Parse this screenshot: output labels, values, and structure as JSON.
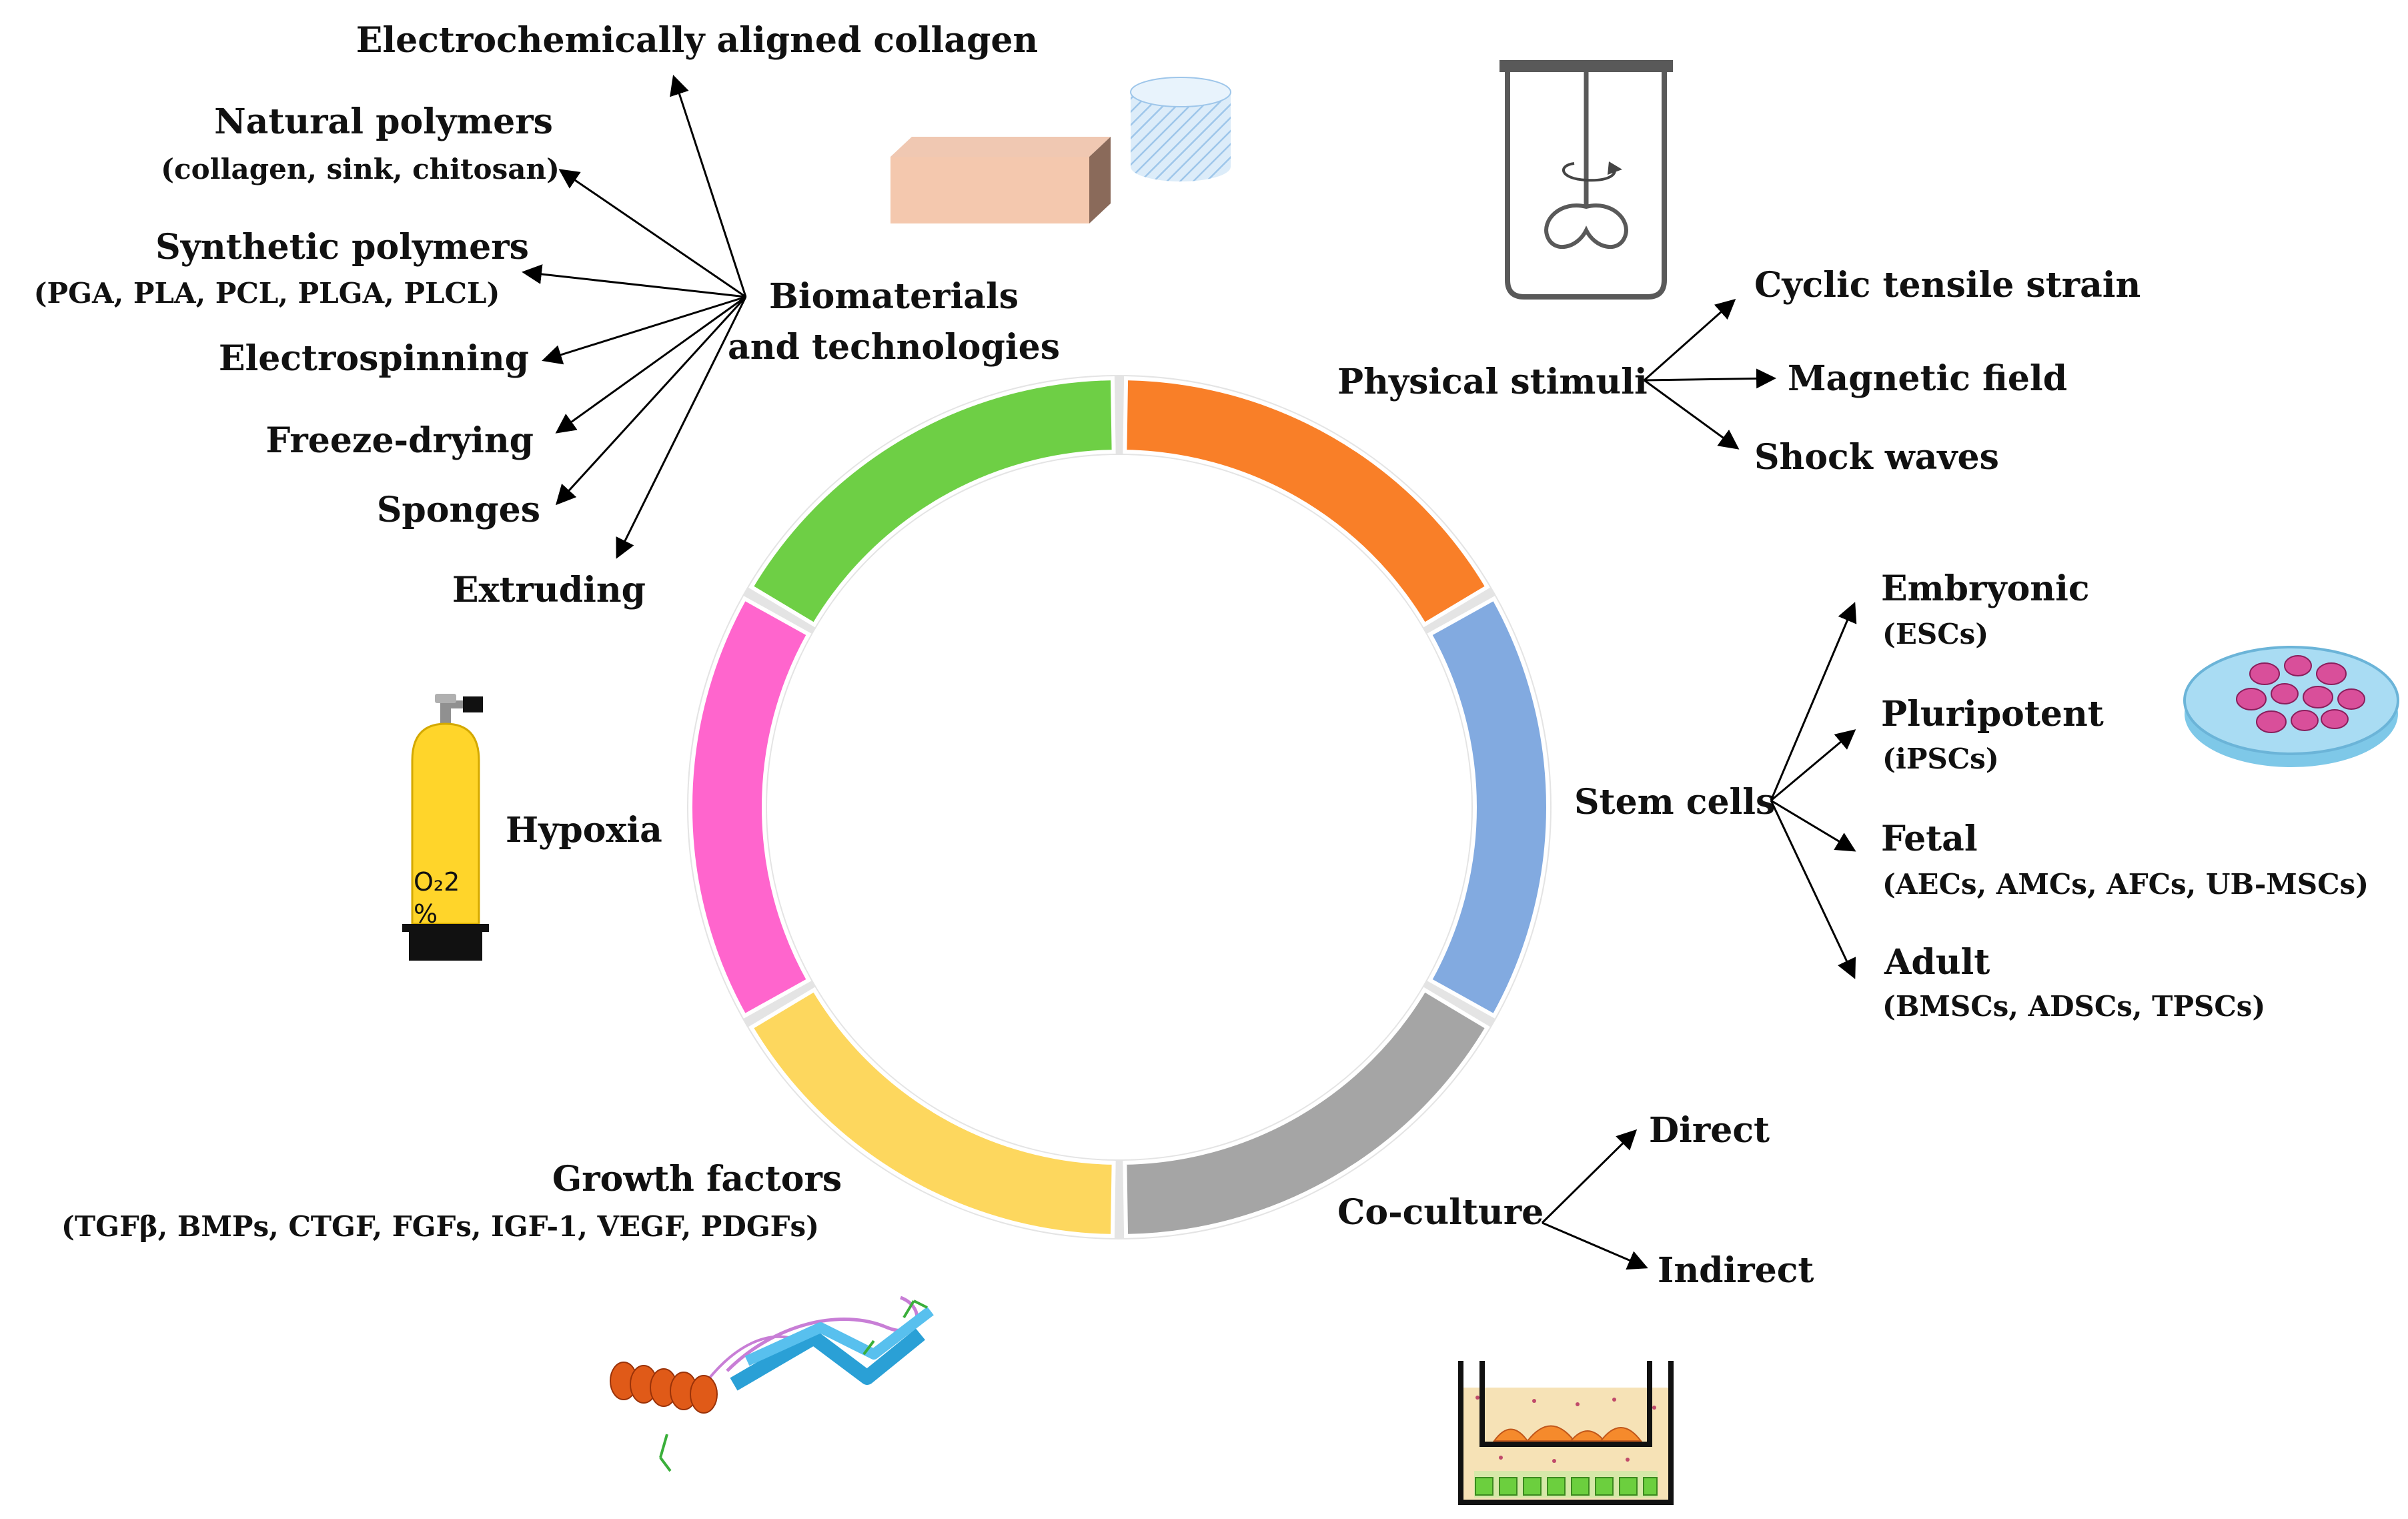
{
  "ring": {
    "segments": [
      {
        "name": "physical-stimuli",
        "color": "#F97F28"
      },
      {
        "name": "stem-cells",
        "color": "#82AAE0"
      },
      {
        "name": "co-culture",
        "color": "#A5A5A5"
      },
      {
        "name": "growth-factors",
        "color": "#FDD75E"
      },
      {
        "name": "hypoxia",
        "color": "#FF65CD"
      },
      {
        "name": "biomaterials",
        "color": "#6ECF45"
      }
    ]
  },
  "biomaterials": {
    "title_line1": "Biomaterials",
    "title_line2": "and technologies",
    "items": {
      "eac": "Electrochemically aligned collagen",
      "natural": "Natural polymers",
      "natural_sub": "(collagen, sink, chitosan)",
      "synthetic": "Synthetic polymers",
      "synthetic_sub": "(PGA, PLA, PCL, PLGA, PLCL)",
      "electrospinning": "Electrospinning",
      "freeze": "Freeze-drying",
      "sponges": "Sponges",
      "extruding": "Extruding"
    }
  },
  "physical": {
    "title": "Physical stimuli",
    "items": [
      "Cyclic tensile strain",
      "Magnetic field",
      "Shock waves"
    ]
  },
  "stem": {
    "title": "Stem cells",
    "items": [
      {
        "label": "Embryonic",
        "sub": "(ESCs)"
      },
      {
        "label": "Pluripotent",
        "sub": "(iPSCs)"
      },
      {
        "label": "Fetal",
        "sub": "(AECs, AMCs, AFCs, UB-MSCs)"
      },
      {
        "label": "Adult",
        "sub": "(BMSCs, ADSCs, TPSCs)"
      }
    ]
  },
  "coculture": {
    "title": "Co-culture",
    "items": [
      "Direct",
      "Indirect"
    ]
  },
  "growth": {
    "title": "Growth factors",
    "sub": "(TGFβ, BMPs, CTGF, FGFs, IGF-1, VEGF, PDGFs)"
  },
  "hypoxia": {
    "title": "Hypoxia",
    "tank_label": "O₂2",
    "tank_label2": "%"
  }
}
